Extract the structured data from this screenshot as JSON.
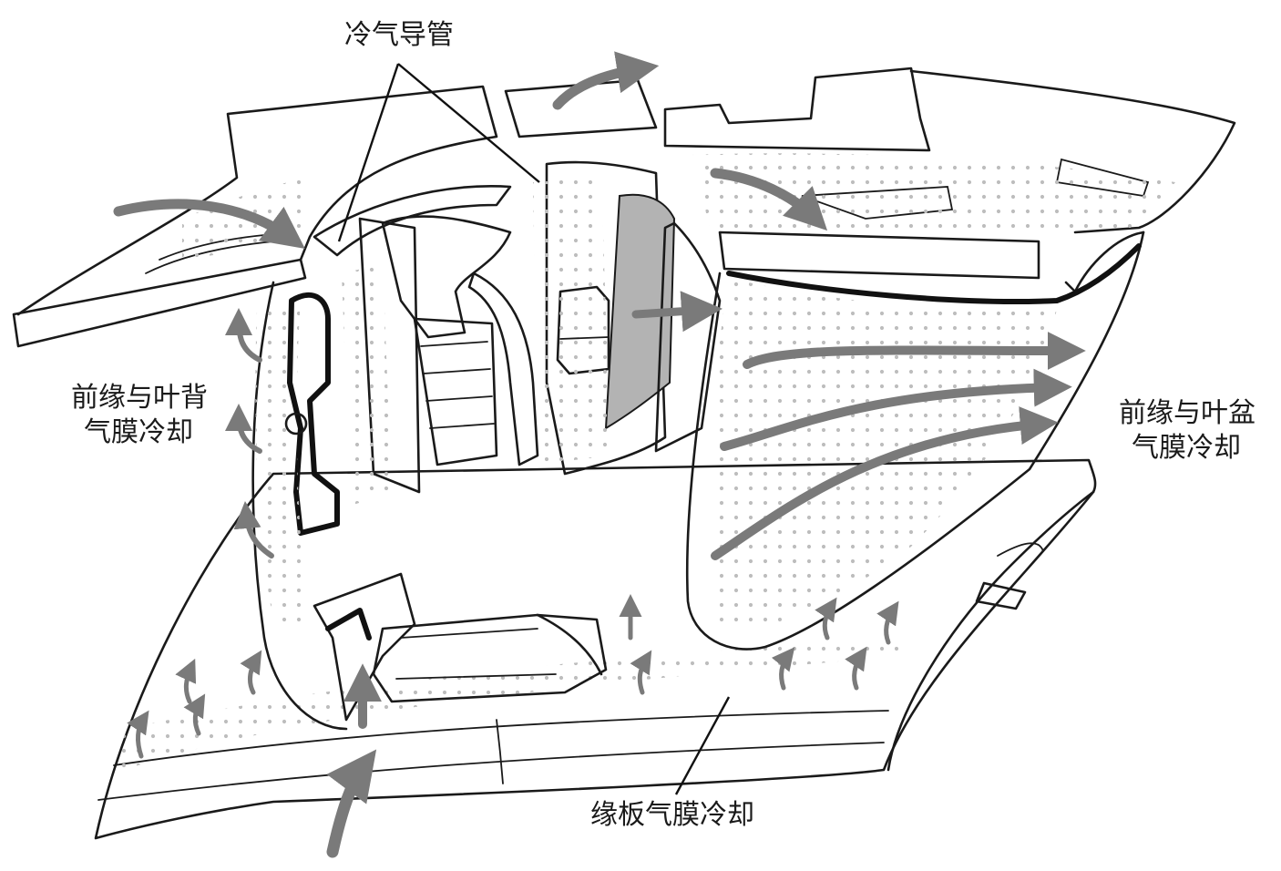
{
  "labels": {
    "cold_air_duct": "冷气导管",
    "leading_edge_suction_line1": "前缘与叶背",
    "leading_edge_suction_line2": "气膜冷却",
    "leading_edge_pressure_line1": "前缘与叶盆",
    "leading_edge_pressure_line2": "气膜冷却",
    "platform_film_cooling": "缘板气膜冷却"
  },
  "colors": {
    "outline": "#1a1a1a",
    "flow_arrow": "#7a7a7a",
    "film_holes": "#bdbdbd",
    "shaded_cavity": "#b3b3b3"
  }
}
